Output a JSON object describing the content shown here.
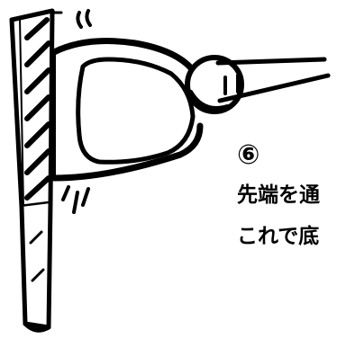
{
  "illustration": {
    "step_number": "⑥",
    "caption_lines": [
      "先端を通",
      "これで底"
    ],
    "ink_color": "#000000",
    "paper_color": "#ffffff"
  }
}
